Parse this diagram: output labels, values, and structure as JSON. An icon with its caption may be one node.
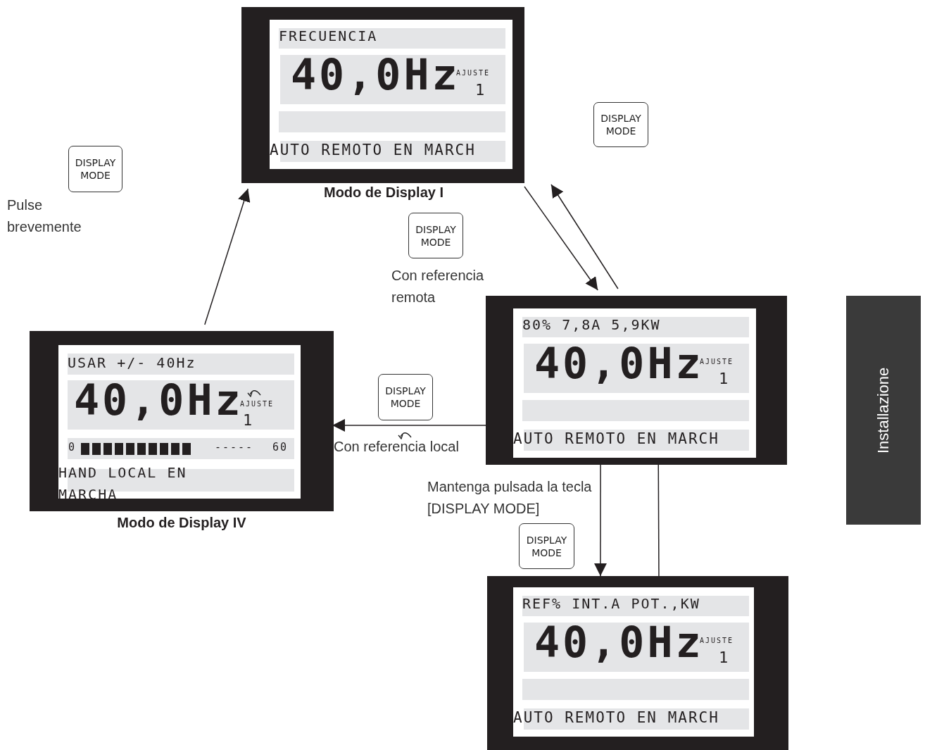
{
  "diagram": {
    "nodes": [
      {
        "text": [
          "FRECUENCIA",
          "40,0Hz",
          "AJUSTE",
          "1",
          "AUTO REMOTO EN MARCH"
        ],
        "beside": [
          "Modo de Display I"
        ]
      },
      {
        "text": [
          "DISPLAY MODE"
        ]
      },
      {
        "text": [
          "DISPLAY MODE"
        ],
        "beside": [
          "Pulse brevemente"
        ]
      },
      {
        "text": [
          "DISPLAY MODE"
        ]
      },
      {
        "text": [
          "80% 7,8A 5,9KW",
          "40,0Hz",
          "AJUSTE",
          "1",
          "AUTO REMOTO EN MARCH"
        ]
      },
      {
        "text": [
          "USAR +/- 40Hz",
          "40,0Hz",
          "AJUSTE",
          "1",
          "0",
          "-----",
          "60",
          "HAND LOCAL EN MARCHA"
        ],
        "beside": [
          "Modo de Display IV"
        ]
      },
      {
        "text": [
          "DISPLAY MODE"
        ]
      },
      {
        "text": [
          "DISPLAY MODE"
        ]
      },
      {
        "text": [
          "REF% INT.A POT.,KW",
          "40,0Hz",
          "AJUSTE",
          "1",
          "AUTO REMOTO EN MARCH"
        ]
      }
    ],
    "edges": [
      {
        "from": 0,
        "to": 4,
        "arrow": "to"
      },
      {
        "from": 4,
        "to": 0,
        "arrow": "to"
      },
      {
        "from": 4,
        "to": 5,
        "arrow": "to",
        "label": "Con referencia local"
      },
      {
        "from": 4,
        "to": 8,
        "arrow": "to",
        "label": "Mantenga pulsada la tecla [DISPLAY MODE]"
      },
      {
        "from": 8,
        "to": 4,
        "arrow": "none"
      },
      {
        "from": 5,
        "to": 0,
        "arrow": "to"
      }
    ],
    "labels": [
      "Con referencia remota",
      "Installazione"
    ]
  }
}
